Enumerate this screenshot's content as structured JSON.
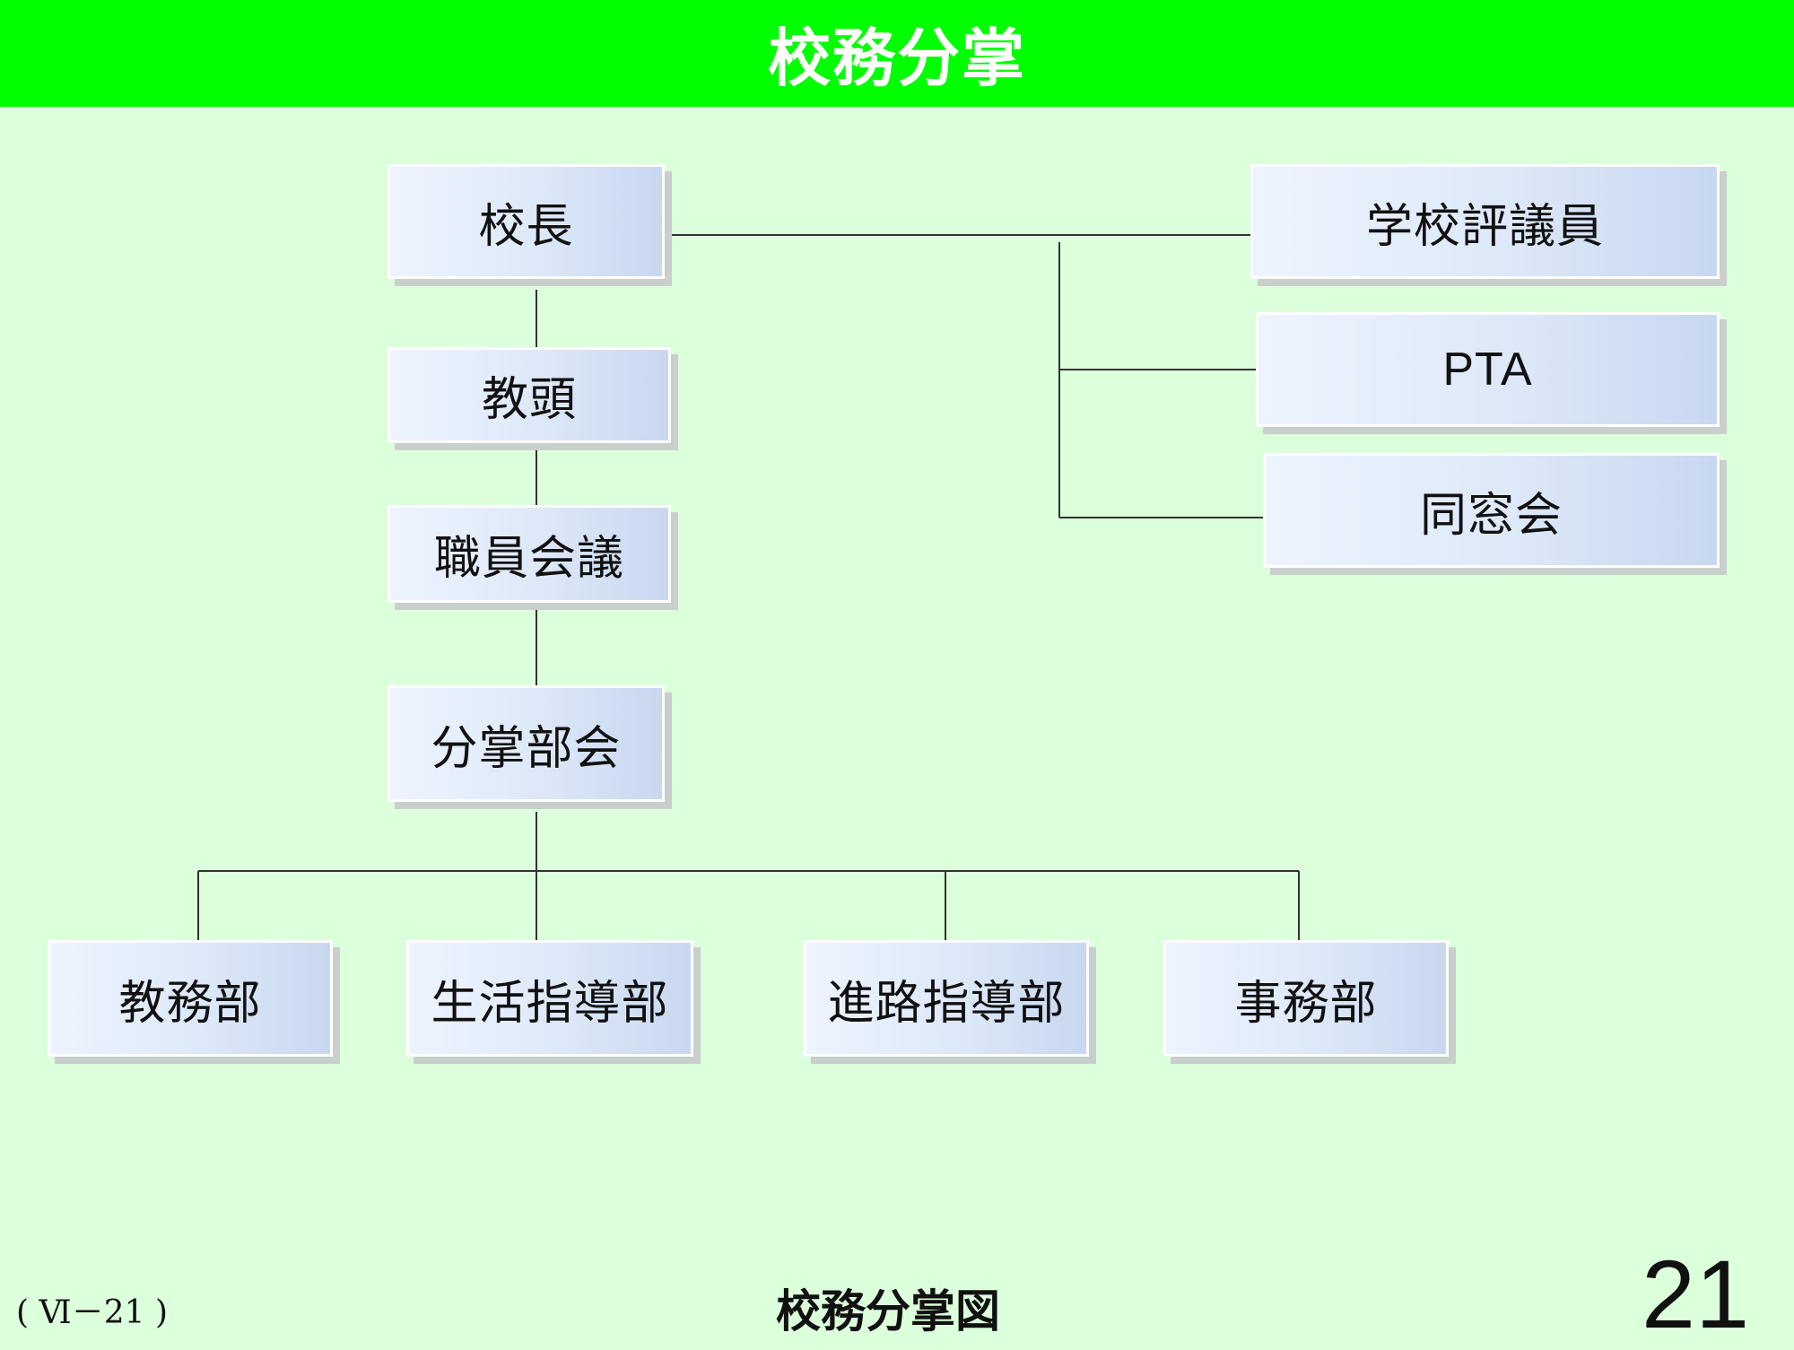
{
  "header": {
    "title": "校務分掌"
  },
  "org": {
    "principal": "校長",
    "vice_principal": "教頭",
    "staff_meeting": "職員会議",
    "division_meeting": "分掌部会",
    "school_councilors": "学校評議員",
    "pta": "PTA",
    "alumni": "同窓会",
    "departments": [
      "教務部",
      "生活指導部",
      "進路指導部",
      "事務部"
    ]
  },
  "footer": {
    "code": "( Ⅵ－21 )",
    "caption": "校務分掌図",
    "page_number": "21"
  },
  "colors": {
    "header_bg": "#00ff00",
    "page_bg": "#dcffdc",
    "box_gradient_start": "#eef4ff",
    "box_gradient_end": "#c8d8f0"
  }
}
